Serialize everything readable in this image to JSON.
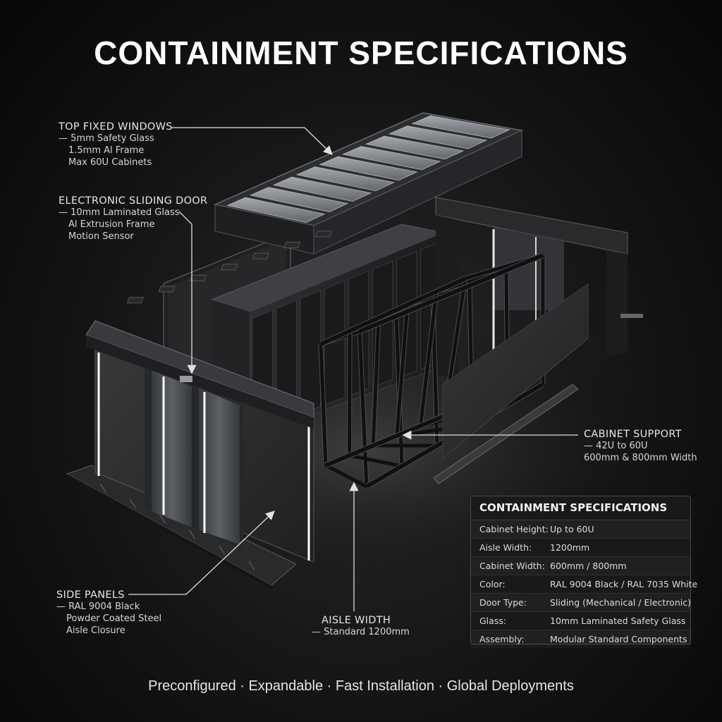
{
  "title": "CONTAINMENT SPECIFICATIONS",
  "callouts": {
    "top_windows": {
      "heading": "TOP FIXED WINDOWS",
      "lines": [
        "— 5mm Safety Glass",
        "1.5mm Al Frame",
        "Max 60U Cabinets"
      ]
    },
    "sliding_door": {
      "heading": "ELECTRONIC SLIDING DOOR",
      "lines": [
        "— 10mm Laminated Glass",
        "Al Extrusion Frame",
        "Motion Sensor"
      ]
    },
    "cabinet_support": {
      "heading": "CABINET SUPPORT",
      "lines": [
        "— 42U to 60U",
        "600mm & 800mm Width"
      ]
    },
    "side_panels": {
      "heading": "SIDE PANELS",
      "lines": [
        "— RAL 9004 Black",
        "Powder Coated Steel",
        "Aisle Closure"
      ]
    },
    "aisle_width": {
      "heading": "AISLE WIDTH",
      "lines": [
        "— Standard 1200mm"
      ]
    }
  },
  "spec_table": {
    "title": "CONTAINMENT SPECIFICATIONS",
    "rows": [
      {
        "label": "Cabinet Height:",
        "value": "Up to 60U"
      },
      {
        "label": "Aisle Width:",
        "value": "1200mm"
      },
      {
        "label": "Cabinet Width:",
        "value": "600mm / 800mm"
      },
      {
        "label": "Color:",
        "value": "RAL 9004 Black / RAL 7035 White"
      },
      {
        "label": "Door Type:",
        "value": "Sliding (Mechanical / Electronic)"
      },
      {
        "label": "Glass:",
        "value": "10mm Laminated Safety Glass"
      },
      {
        "label": "Assembly:",
        "value": "Modular Standard Components"
      }
    ]
  },
  "tagline": "Preconfigured · Expandable · Fast Installation · Global Deployments",
  "colors": {
    "background": "#0b0b0c",
    "metal_dark": "#2b2b2d",
    "metal_mid": "#3a3a3c",
    "glass": "#8e949a",
    "led_glow": "#ffffff",
    "leader_line": "#e0e0e0"
  }
}
